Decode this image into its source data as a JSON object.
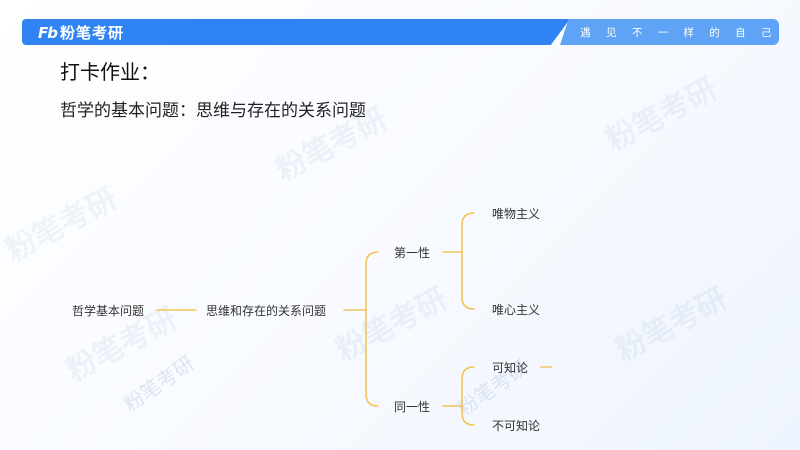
{
  "header": {
    "logo_mark": "Fb",
    "brand": "粉笔考研",
    "slogan": "· 遇 见 不 一 样 的 自 己 ·"
  },
  "content": {
    "title": "打卡作业：",
    "subtitle": "哲学的基本问题：思维与存在的关系问题"
  },
  "mindmap": {
    "root": "哲学基本问题",
    "level1": "思维和存在的关系问题",
    "branch_first": "第一性",
    "branch_identity": "同一性",
    "leaf_materialism": "唯物主义",
    "leaf_idealism": "唯心主义",
    "leaf_knowable": "可知论",
    "leaf_unknowable": "不可知论"
  },
  "watermark_text": "粉笔考研",
  "colors": {
    "header_blue": "#2f83f2",
    "header_light_blue": "#5ea3f5",
    "connector_gold": "#f3c35a"
  }
}
